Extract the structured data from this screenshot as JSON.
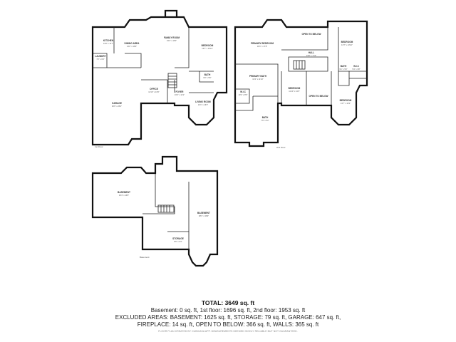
{
  "rooms": {
    "kitchen": {
      "name": "KITCHEN",
      "dim": "13'0\" x 11'7\""
    },
    "dining": {
      "name": "DINING AREA",
      "dim": "13'2\" x 16'9\""
    },
    "family": {
      "name": "FAMILY ROOM",
      "dim": "19'4\" x 16'0\""
    },
    "bedroom1": {
      "name": "BEDROOM",
      "dim": "13'7\" x 13'11\""
    },
    "laundry": {
      "name": "LAUNDRY",
      "dim": "7'2\" x 6'3\""
    },
    "bath1": {
      "name": "BATH",
      "dim": "6'0\" x 5'6\""
    },
    "office": {
      "name": "OFFICE",
      "dim": "11'10\" x 13'6\""
    },
    "foyer": {
      "name": "FOYER",
      "dim": "16'4\" x 14'1\""
    },
    "living": {
      "name": "LIVING ROOM",
      "dim": "13'1\" x 16'3\""
    },
    "garage": {
      "name": "GARAGE",
      "dim": "30'9\" x 25'2\""
    },
    "primary_bed": {
      "name": "PRIMARY BEDROOM",
      "dim": "18'1\" x 17'8\""
    },
    "primary_bath": {
      "name": "PRIMARY BATH",
      "dim": "16'4\" x 11'10\""
    },
    "wic": {
      "name": "W.I.C",
      "dim": "10'4\" x 8'6\""
    },
    "bath2": {
      "name": "BATH",
      "dim": "7'6\" x 5'2\""
    },
    "open_below1": {
      "name": "OPEN TO BELOW",
      "dim": ""
    },
    "bedroom2": {
      "name": "BEDROOM",
      "dim": "13'7\" x 13'10\""
    },
    "hall": {
      "name": "HALL",
      "dim": "23'8\" x 7'10\""
    },
    "bath3": {
      "name": "BATH",
      "dim": "9'1\" x 5'0\""
    },
    "wic2": {
      "name": "W.I.C",
      "dim": "5'4\" x 3'8\""
    },
    "bedroom3": {
      "name": "BEDROOM",
      "dim": "11'10\" x 13'3\""
    },
    "open_below2": {
      "name": "OPEN TO BELOW",
      "dim": ""
    },
    "bedroom4": {
      "name": "BEDROOM",
      "dim": "13'7\" x 16'0\""
    },
    "basement1": {
      "name": "BASEMENT",
      "dim": "30'4\" x 16'8\""
    },
    "basement2": {
      "name": "BASEMENT",
      "dim": "38'1\" x 36'9\""
    },
    "storage": {
      "name": "STORAGE",
      "dim": "8'6\" x 6'3\""
    }
  },
  "floor_labels": {
    "first": "1st Floor",
    "second": "2nd Floor",
    "basement": "Basement"
  },
  "summary": {
    "total": "TOTAL: 3649 sq. ft",
    "areas": "Basement: 0 sq. ft, 1st floor: 1696 sq. ft, 2nd floor: 1953 sq. ft",
    "excluded_1": "EXCLUDED AREAS: BASEMENT: 1625 sq. ft, STORAGE: 79 sq. ft, GARAGE: 647 sq. ft,",
    "excluded_2": "FIREPLACE: 14 sq. ft, OPEN TO BELOW: 366 sq. ft, WALLS: 365 sq. ft",
    "disclaimer": "FLOOR PLAN CREATED BY CUBICASA APP. MEASUREMENTS DEEMED HIGHLY RELIABLE BUT NOT GUARANTEED."
  }
}
